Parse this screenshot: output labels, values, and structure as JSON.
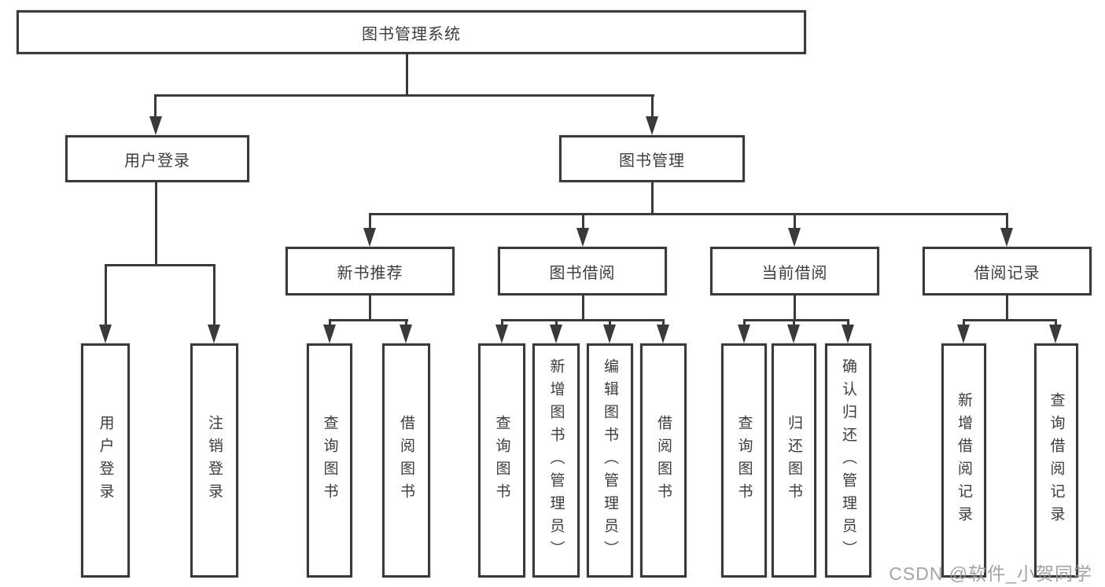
{
  "diagram": {
    "type": "tree",
    "root": {
      "label": "图书管理系统"
    },
    "level2": [
      {
        "label": "用户登录",
        "children_leaves": [
          "用户登录",
          "注销登录"
        ]
      },
      {
        "label": "图书管理"
      }
    ],
    "level3": [
      {
        "label": "新书推荐",
        "children_leaves": [
          "查询图书",
          "借阅图书"
        ]
      },
      {
        "label": "图书借阅",
        "children_leaves": [
          "查询图书",
          "新增图书（管理员）",
          "编辑图书（管理员）",
          "借阅图书"
        ]
      },
      {
        "label": "当前借阅",
        "children_leaves": [
          "查询图书",
          "归还图书",
          "确认归还（管理员）"
        ]
      },
      {
        "label": "借阅记录",
        "children_leaves": [
          "新增借阅记录",
          "查询借阅记录"
        ]
      }
    ]
  },
  "watermark": {
    "text": "CSDN @软件_小贺同学"
  },
  "colors": {
    "line": "#3a3a3a",
    "box_fill": "#ffffff",
    "text": "#3c3c3c",
    "watermark": "#9a9aa0",
    "background": "#ffffff"
  }
}
